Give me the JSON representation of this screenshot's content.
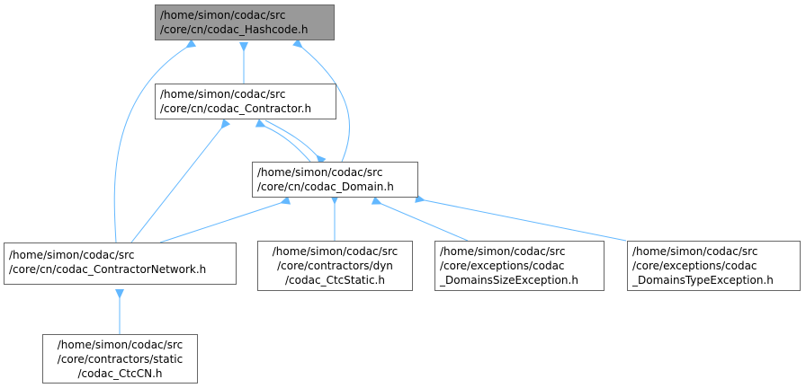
{
  "colors": {
    "edge": "#63b8ff",
    "root_fill": "#999999",
    "node_border": "#666666"
  },
  "nodes": {
    "hashcode": {
      "lines": [
        "/home/simon/codac/src",
        "/core/cn/codac_Hashcode.h"
      ]
    },
    "contractor": {
      "lines": [
        "/home/simon/codac/src",
        "/core/cn/codac_Contractor.h"
      ]
    },
    "domain": {
      "lines": [
        "/home/simon/codac/src",
        "/core/cn/codac_Domain.h"
      ]
    },
    "network": {
      "lines": [
        "/home/simon/codac/src",
        "/core/cn/codac_ContractorNetwork.h"
      ]
    },
    "ctcstatic": {
      "lines": [
        "/home/simon/codac/src",
        "/core/contractors/dyn",
        "/codac_CtcStatic.h"
      ]
    },
    "sizeexc": {
      "lines": [
        "/home/simon/codac/src",
        "/core/exceptions/codac",
        "_DomainsSizeException.h"
      ]
    },
    "typeexc": {
      "lines": [
        "/home/simon/codac/src",
        "/core/exceptions/codac",
        "_DomainsTypeException.h"
      ]
    },
    "ctccn": {
      "lines": [
        "/home/simon/codac/src",
        "/core/contractors/static",
        "/codac_CtcCN.h"
      ]
    }
  }
}
